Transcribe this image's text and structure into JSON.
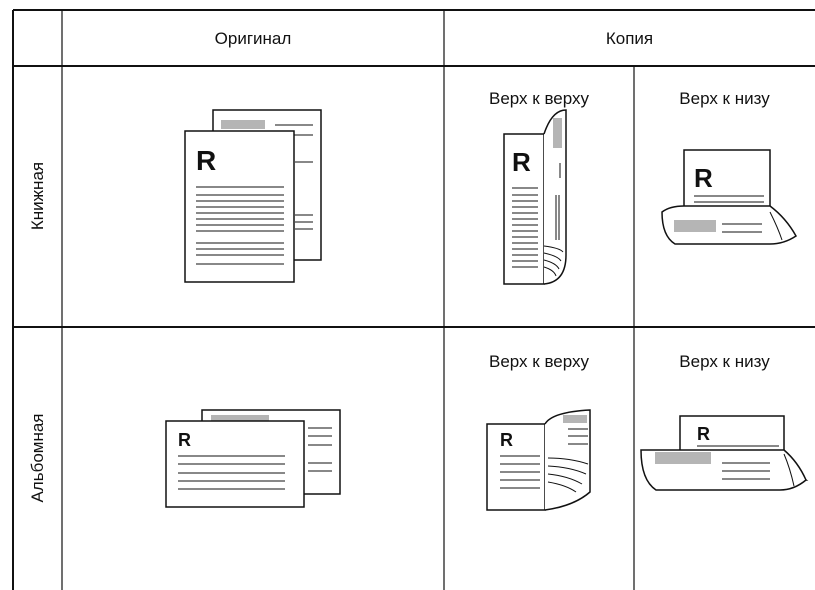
{
  "header": {
    "original": "Оригинал",
    "copy": "Копия"
  },
  "rows": [
    {
      "label": "Книжная",
      "copy_top_to_top": "Верх к верху",
      "copy_top_to_bottom": "Верх к низу"
    },
    {
      "label": "Альбомная",
      "copy_top_to_top": "Верх к верху",
      "copy_top_to_bottom": "Верх к низу"
    }
  ],
  "page_letter": "R"
}
